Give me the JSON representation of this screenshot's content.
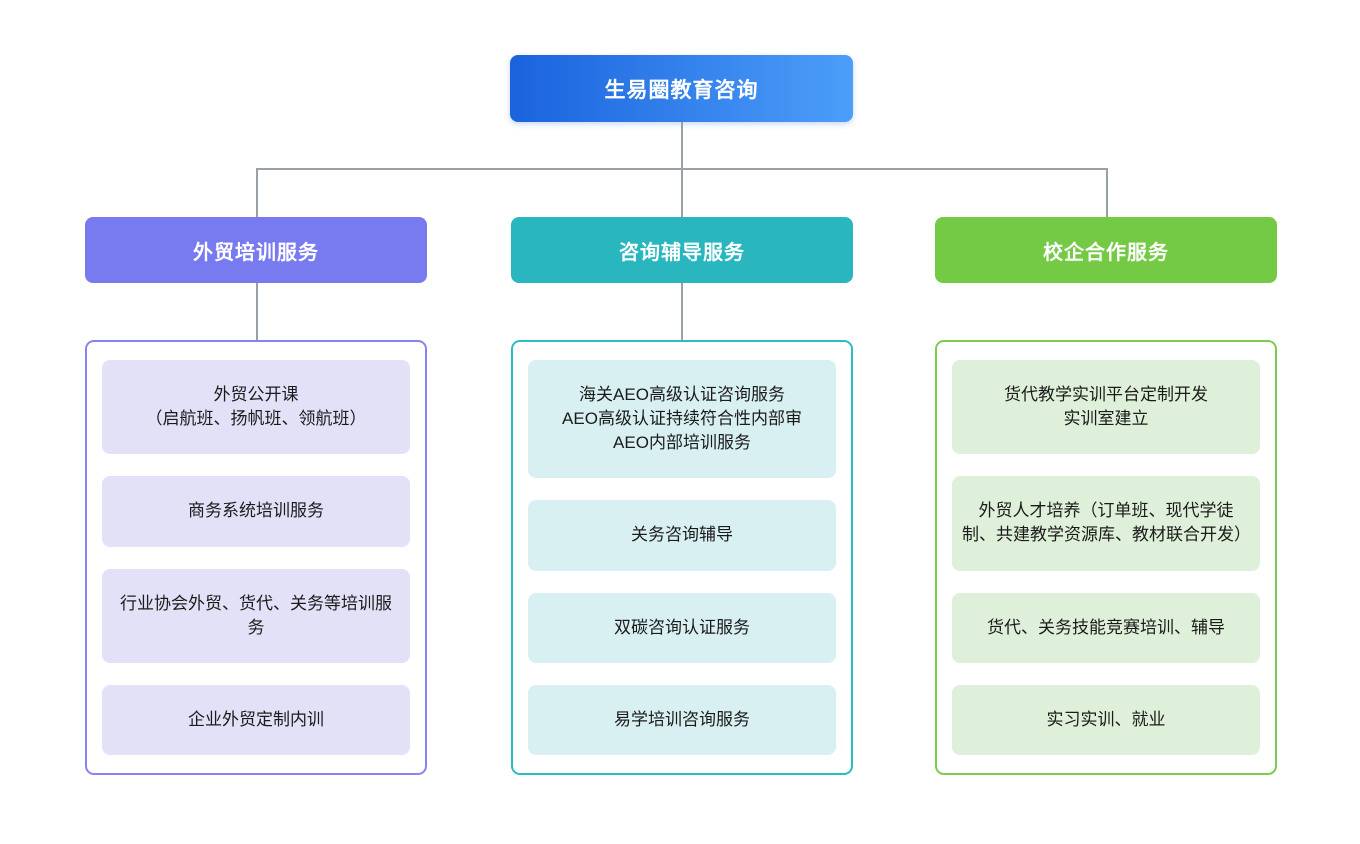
{
  "root": {
    "label": "生易圈教育咨询",
    "gradient_start": "#1a63de",
    "gradient_end": "#4c9ef9"
  },
  "connector_color": "#98a0a8",
  "branches": [
    {
      "label": "外贸培训服务",
      "header_color": "#787af0",
      "border_color": "#8784f2",
      "item_bg_color": "#e3e1f8",
      "items": [
        "外贸公开课\n（启航班、扬帆班、领航班）",
        "商务系统培训服务",
        "行业协会外贸、货代、关务等培训服务",
        "企业外贸定制内训"
      ]
    },
    {
      "label": "咨询辅导服务",
      "header_color": "#29b6be",
      "border_color": "#2cbcc4",
      "item_bg_color": "#d9f0f2",
      "items": [
        "海关AEO高级认证咨询服务\nAEO高级认证持续符合性内部审\nAEO内部培训服务",
        "关务咨询辅导",
        "双碳咨询认证服务",
        "易学培训咨询服务"
      ]
    },
    {
      "label": "校企合作服务",
      "header_color": "#74c945",
      "border_color": "#7ccb4e",
      "item_bg_color": "#def0d9",
      "items": [
        "货代教学实训平台定制开发\n实训室建立",
        "外贸人才培养（订单班、现代学徒制、共建教学资源库、教材联合开发）",
        "货代、关务技能竞赛培训、辅导",
        "实习实训、就业"
      ]
    }
  ]
}
